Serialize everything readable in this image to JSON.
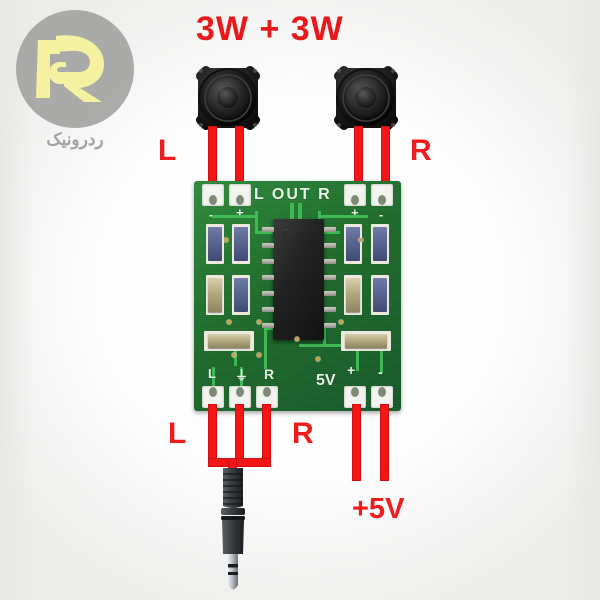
{
  "meta": {
    "background_color": "#fdfdfc",
    "accent_red": "#ee1c1c",
    "pcb_green": "#1f6b2c",
    "silkscreen_white": "#e9f5e6"
  },
  "watermark": {
    "brand_mark": "logo-monogram-r",
    "brand_text": "ردرونیک",
    "circle_color": "#9a9a98",
    "mark_color": "#f2ef9b",
    "text_color": "#a3a3a1"
  },
  "annotations": {
    "power_rating": "3W + 3W",
    "output_left": "L",
    "output_right": "R",
    "input_left": "L",
    "input_right": "R",
    "supply": "+5V"
  },
  "speakers": [
    {
      "name": "left-speaker",
      "channel": "L",
      "power": "3W"
    },
    {
      "name": "right-speaker",
      "channel": "R",
      "power": "3W"
    }
  ],
  "board": {
    "type": "pam8403-class-d-amplifier",
    "silkscreen": {
      "output_header": "L  OUT  R",
      "left_minus": "-",
      "left_plus": "+",
      "right_plus": "+",
      "right_minus": "-",
      "input_left": "L",
      "input_ground": "⏚",
      "input_right": "R",
      "supply_label": "5V",
      "supply_plus": "+",
      "supply_minus": "-"
    }
  },
  "connector": {
    "name": "audio-jack-3.5mm",
    "type": "TRS stereo plug"
  }
}
